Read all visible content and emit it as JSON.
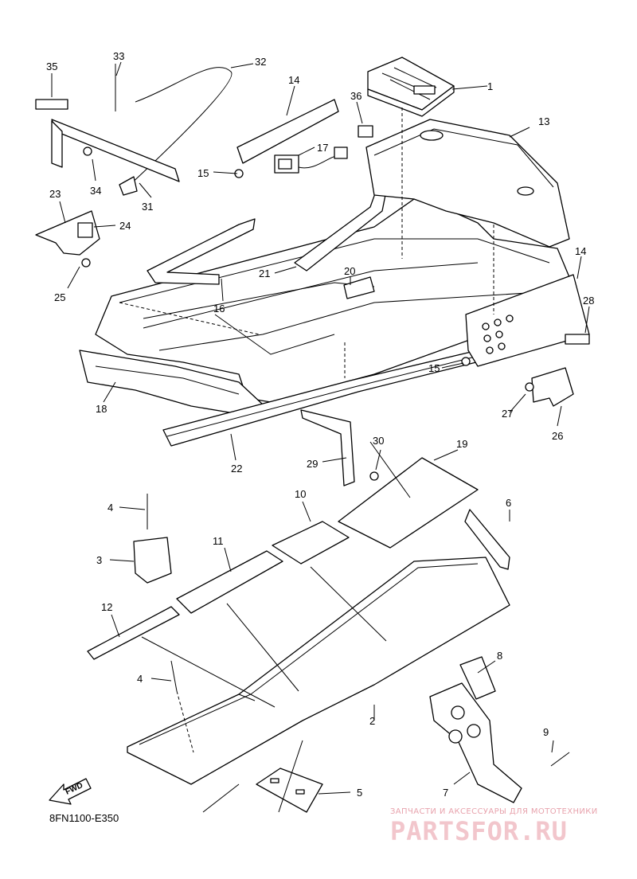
{
  "diagram_code": "8FN1100-E350",
  "fwd_label": "FWD",
  "watermark": {
    "tagline": "ЗАПЧАСТИ И АКСЕССУАРЫ ДЛЯ МОТОТЕХНИКИ",
    "brand": "PARTSFOR.RU",
    "color": "#e8a3ad"
  },
  "callouts": [
    {
      "id": "1",
      "label": "1"
    },
    {
      "id": "2",
      "label": "2"
    },
    {
      "id": "3",
      "label": "3"
    },
    {
      "id": "4a",
      "label": "4"
    },
    {
      "id": "4b",
      "label": "4"
    },
    {
      "id": "5",
      "label": "5"
    },
    {
      "id": "6",
      "label": "6"
    },
    {
      "id": "7",
      "label": "7"
    },
    {
      "id": "8",
      "label": "8"
    },
    {
      "id": "9",
      "label": "9"
    },
    {
      "id": "10",
      "label": "10"
    },
    {
      "id": "11",
      "label": "11"
    },
    {
      "id": "12",
      "label": "12"
    },
    {
      "id": "13",
      "label": "13"
    },
    {
      "id": "14a",
      "label": "14"
    },
    {
      "id": "14b",
      "label": "14"
    },
    {
      "id": "15a",
      "label": "15"
    },
    {
      "id": "15b",
      "label": "15"
    },
    {
      "id": "16",
      "label": "16"
    },
    {
      "id": "17",
      "label": "17"
    },
    {
      "id": "18",
      "label": "18"
    },
    {
      "id": "19",
      "label": "19"
    },
    {
      "id": "20",
      "label": "20"
    },
    {
      "id": "21",
      "label": "21"
    },
    {
      "id": "22",
      "label": "22"
    },
    {
      "id": "23",
      "label": "23"
    },
    {
      "id": "24",
      "label": "24"
    },
    {
      "id": "25",
      "label": "25"
    },
    {
      "id": "26",
      "label": "26"
    },
    {
      "id": "27",
      "label": "27"
    },
    {
      "id": "28",
      "label": "28"
    },
    {
      "id": "29",
      "label": "29"
    },
    {
      "id": "30",
      "label": "30"
    },
    {
      "id": "31",
      "label": "31"
    },
    {
      "id": "32",
      "label": "32"
    },
    {
      "id": "33",
      "label": "33"
    },
    {
      "id": "34",
      "label": "34"
    },
    {
      "id": "35",
      "label": "35"
    },
    {
      "id": "36",
      "label": "36"
    }
  ]
}
